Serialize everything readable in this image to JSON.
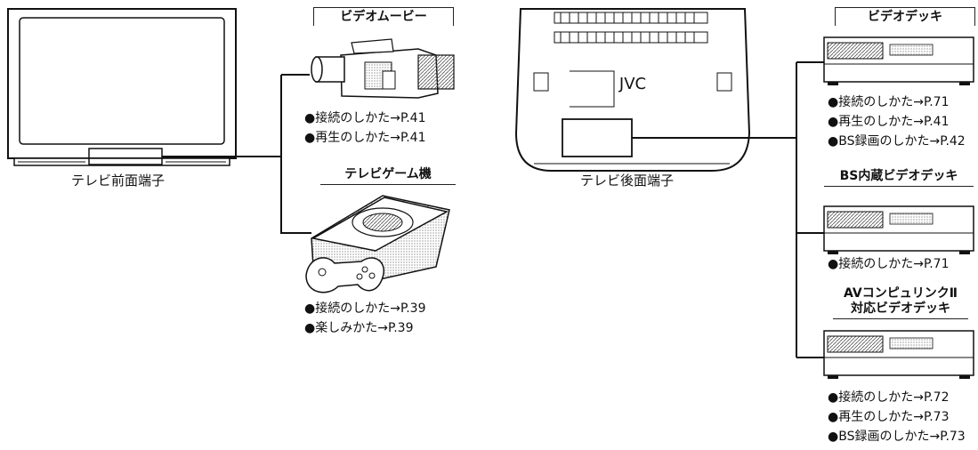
{
  "front_tv": {
    "caption": "テレビ前面端子"
  },
  "rear_tv": {
    "caption": "テレビ後面端子",
    "logo": "JVC"
  },
  "devices": [
    {
      "title": "ビデオムービー",
      "refs": [
        "●接続のしかた→P.41",
        "●再生のしかた→P.41"
      ]
    },
    {
      "title": "テレビゲーム機",
      "refs": [
        "●接続のしかた→P.39",
        "●楽しみかた→P.39"
      ]
    },
    {
      "title": "ビデオデッキ",
      "refs": [
        "●接続のしかた→P.71",
        "●再生のしかた→P.41",
        "●BS録画のしかた→P.42"
      ]
    },
    {
      "title": "BS内蔵ビデオデッキ",
      "refs": [
        "●接続のしかた→P.71"
      ]
    },
    {
      "title_line1": "AVコンピュリンクⅡ",
      "title_line2": "対応ビデオデッキ",
      "refs": [
        "●接続のしかた→P.72",
        "●再生のしかた→P.73",
        "●BS録画のしかた→P.73"
      ]
    }
  ]
}
